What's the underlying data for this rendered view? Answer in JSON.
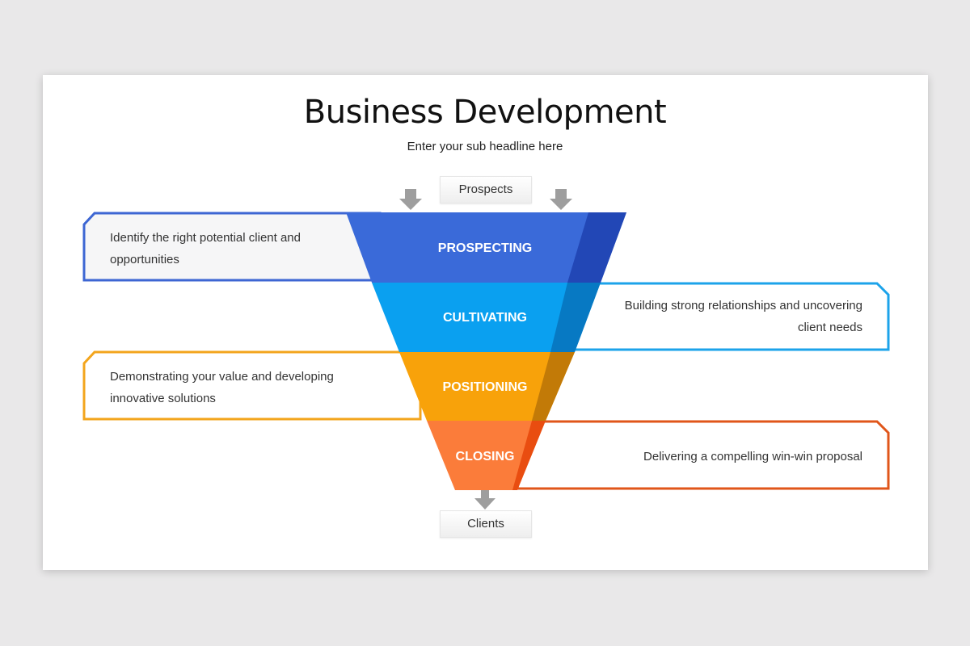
{
  "title": "Business Development",
  "subtitle": "Enter your sub headline here",
  "top_tag": "Prospects",
  "bottom_tag": "Clients",
  "stages": [
    {
      "label": "PROSPECTING",
      "description": "Identify the right potential client and opportunities",
      "color": "#3a6ad9",
      "side_color": "#2247b6"
    },
    {
      "label": "CULTIVATING",
      "description": "Building strong relationships and uncovering client needs",
      "color": "#0aa0f0",
      "side_color": "#0779c3"
    },
    {
      "label": "POSITIONING",
      "description": "Demonstrating your value and developing innovative solutions",
      "color": "#f8a20a",
      "side_color": "#c27a07"
    },
    {
      "label": "CLOSING",
      "description": "Delivering a compelling win-win proposal",
      "color": "#fb7c3a",
      "side_color": "#e94d10"
    }
  ],
  "colors": {
    "background": "#e9e8e9",
    "slide": "#ffffff",
    "arrow": "#9e9e9e",
    "prospecting_outline": "#3d66d3",
    "cultivating_outline": "#1ca3ea",
    "positioning_outline": "#f3a51c",
    "closing_outline": "#e0561a"
  },
  "icons": [
    "down-arrow-icon"
  ]
}
